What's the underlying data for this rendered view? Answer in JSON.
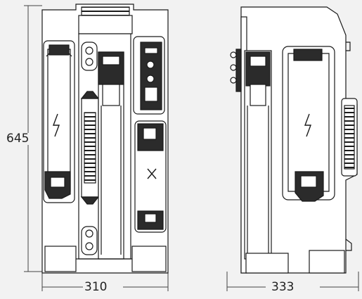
{
  "dimensions": {
    "height_label": "645",
    "front_width_label": "310",
    "side_depth_label": "333"
  },
  "colors": {
    "background": "#f2f2f2",
    "line": "#1a1a1a",
    "fill_light": "#ffffff",
    "fill_dark": "#2b2b2b"
  }
}
